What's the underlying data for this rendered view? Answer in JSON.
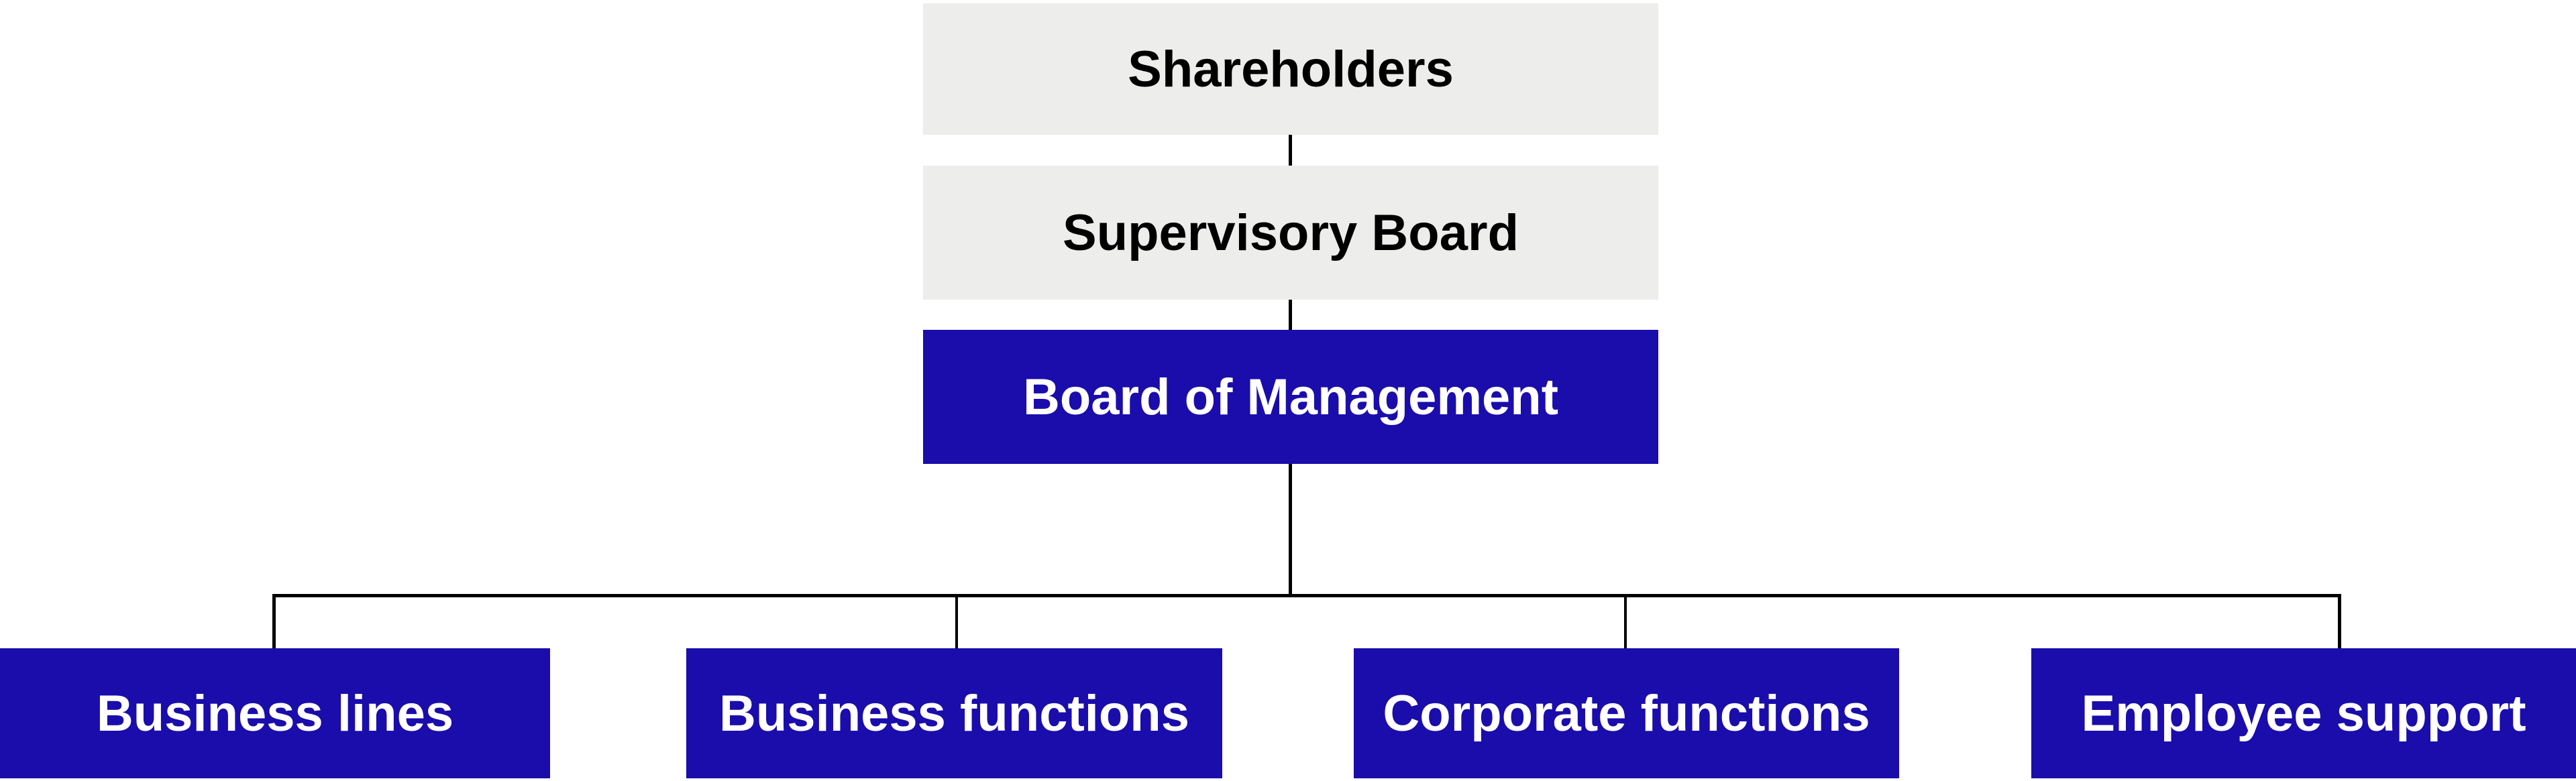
{
  "diagram": {
    "type": "org-chart",
    "nodes": {
      "shareholders": {
        "label": "Shareholders"
      },
      "supervisory_board": {
        "label": "Supervisory Board"
      },
      "board_of_management": {
        "label": "Board of Management"
      },
      "business_lines": {
        "label": "Business lines"
      },
      "business_functions": {
        "label": "Business functions"
      },
      "corporate_functions": {
        "label": "Corporate functions"
      },
      "employee_support": {
        "label": "Employee support"
      }
    },
    "hierarchy": [
      {
        "from": "Shareholders",
        "to": "Supervisory Board"
      },
      {
        "from": "Supervisory Board",
        "to": "Board of Management"
      },
      {
        "from": "Board of Management",
        "to": "Business lines"
      },
      {
        "from": "Board of Management",
        "to": "Business functions"
      },
      {
        "from": "Board of Management",
        "to": "Corporate functions"
      },
      {
        "from": "Board of Management",
        "to": "Employee support"
      }
    ],
    "colors": {
      "primary_node_bg": "#1A0DAB",
      "primary_node_text": "#FFFFFF",
      "secondary_node_bg": "#EDEDEB",
      "secondary_node_text": "#000000",
      "connector": "#000000",
      "background": "#FFFFFF"
    }
  }
}
